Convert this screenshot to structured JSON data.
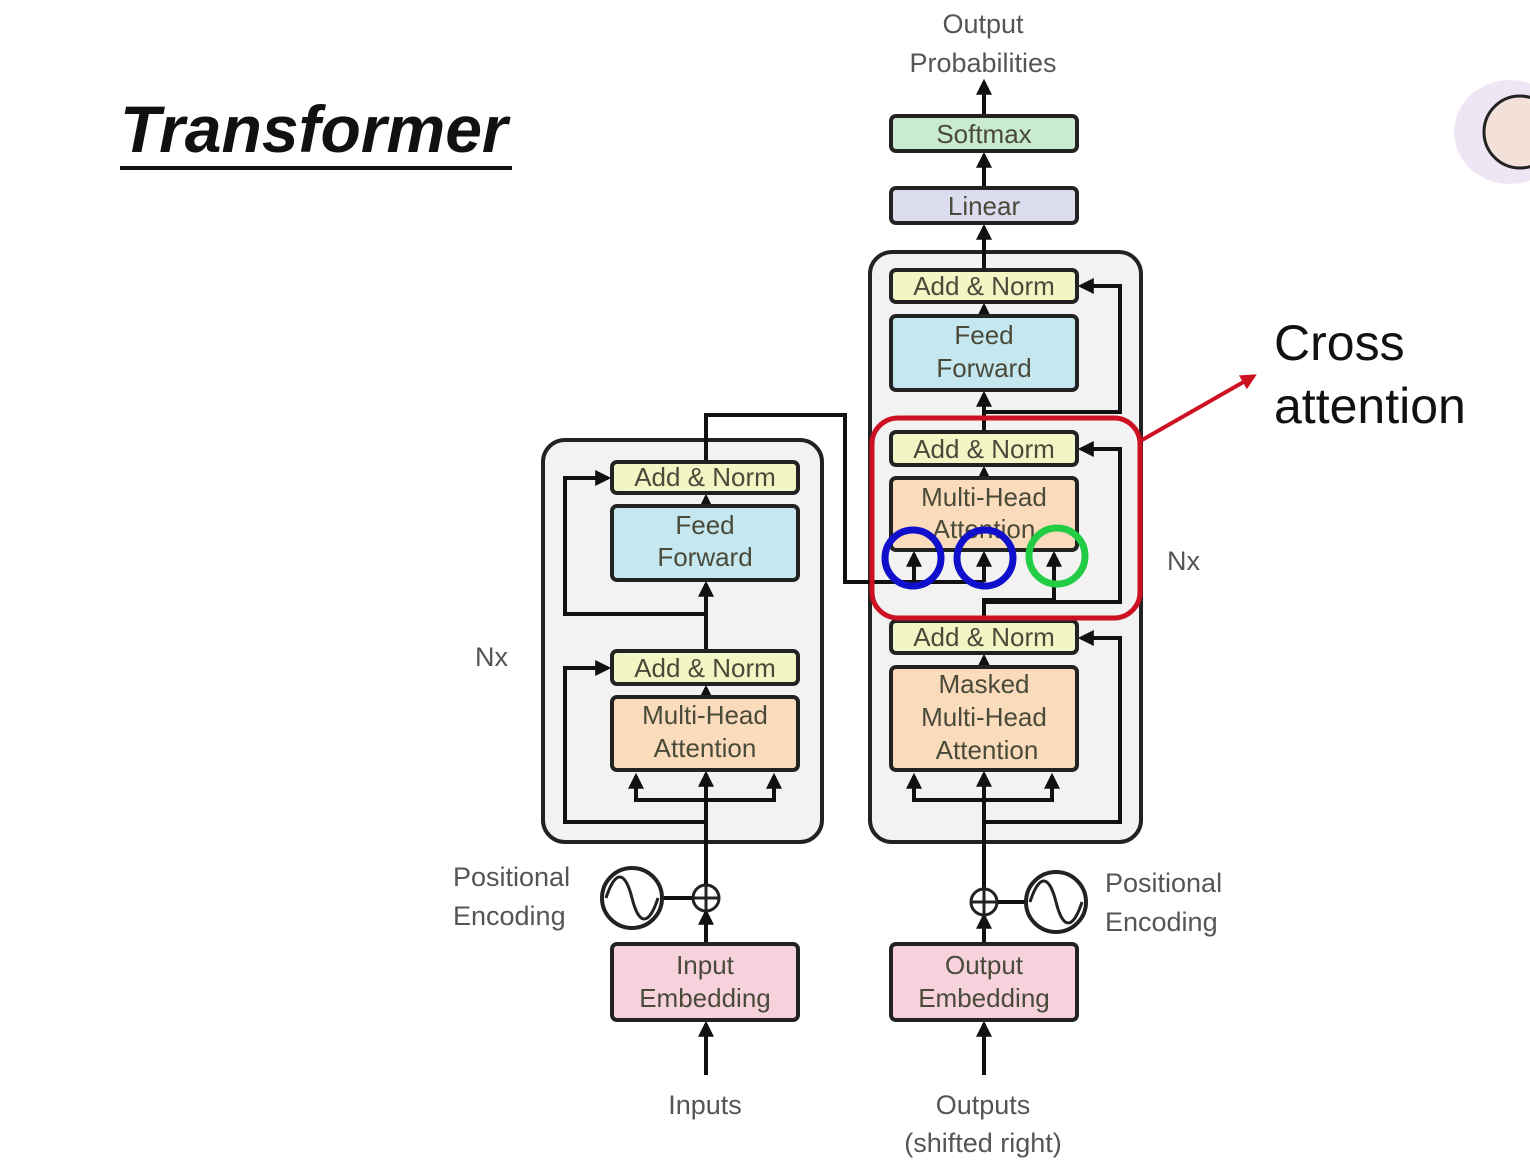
{
  "slide": {
    "title": "Transformer"
  },
  "annotation": {
    "line1": "Cross",
    "line2": "attention",
    "color": "#cc1122"
  },
  "highlight_colors": {
    "query_key_circles": "#1010cc",
    "value_circle": "#22cc44"
  },
  "encoder": {
    "repeat": "Nx",
    "add_norm_top": "Add & Norm",
    "feed_forward": [
      "Feed",
      "Forward"
    ],
    "add_norm_bottom": "Add & Norm",
    "attention": [
      "Multi-Head",
      "Attention"
    ],
    "positional_encoding": [
      "Positional",
      "Encoding"
    ],
    "embedding": [
      "Input",
      "Embedding"
    ],
    "input_label": "Inputs"
  },
  "decoder": {
    "repeat": "Nx",
    "output_label": [
      "Output",
      "Probabilities"
    ],
    "softmax": "Softmax",
    "linear": "Linear",
    "add_norm_top": "Add & Norm",
    "feed_forward": [
      "Feed",
      "Forward"
    ],
    "add_norm_mid": "Add & Norm",
    "cross_attention": [
      "Multi-Head",
      "Attention"
    ],
    "add_norm_bottom": "Add & Norm",
    "masked_attention": [
      "Masked",
      "Multi-Head",
      "Attention"
    ],
    "positional_encoding": [
      "Positional",
      "Encoding"
    ],
    "embedding": [
      "Output",
      "Embedding"
    ],
    "input_label": [
      "Outputs",
      "(shifted right)"
    ]
  },
  "colors": {
    "add_norm": "#f3f6c4",
    "feed_forward": "#c5e8f0",
    "attention": "#fadcbc",
    "embedding": "#f7d2dc",
    "softmax": "#c9ecd1",
    "linear": "#dcdcef"
  }
}
